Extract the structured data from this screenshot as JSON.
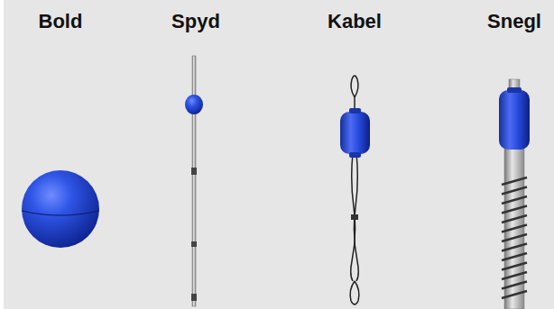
{
  "diagram": {
    "labels": [
      "Bold",
      "Spyd",
      "Kabel",
      "Snegl"
    ]
  }
}
